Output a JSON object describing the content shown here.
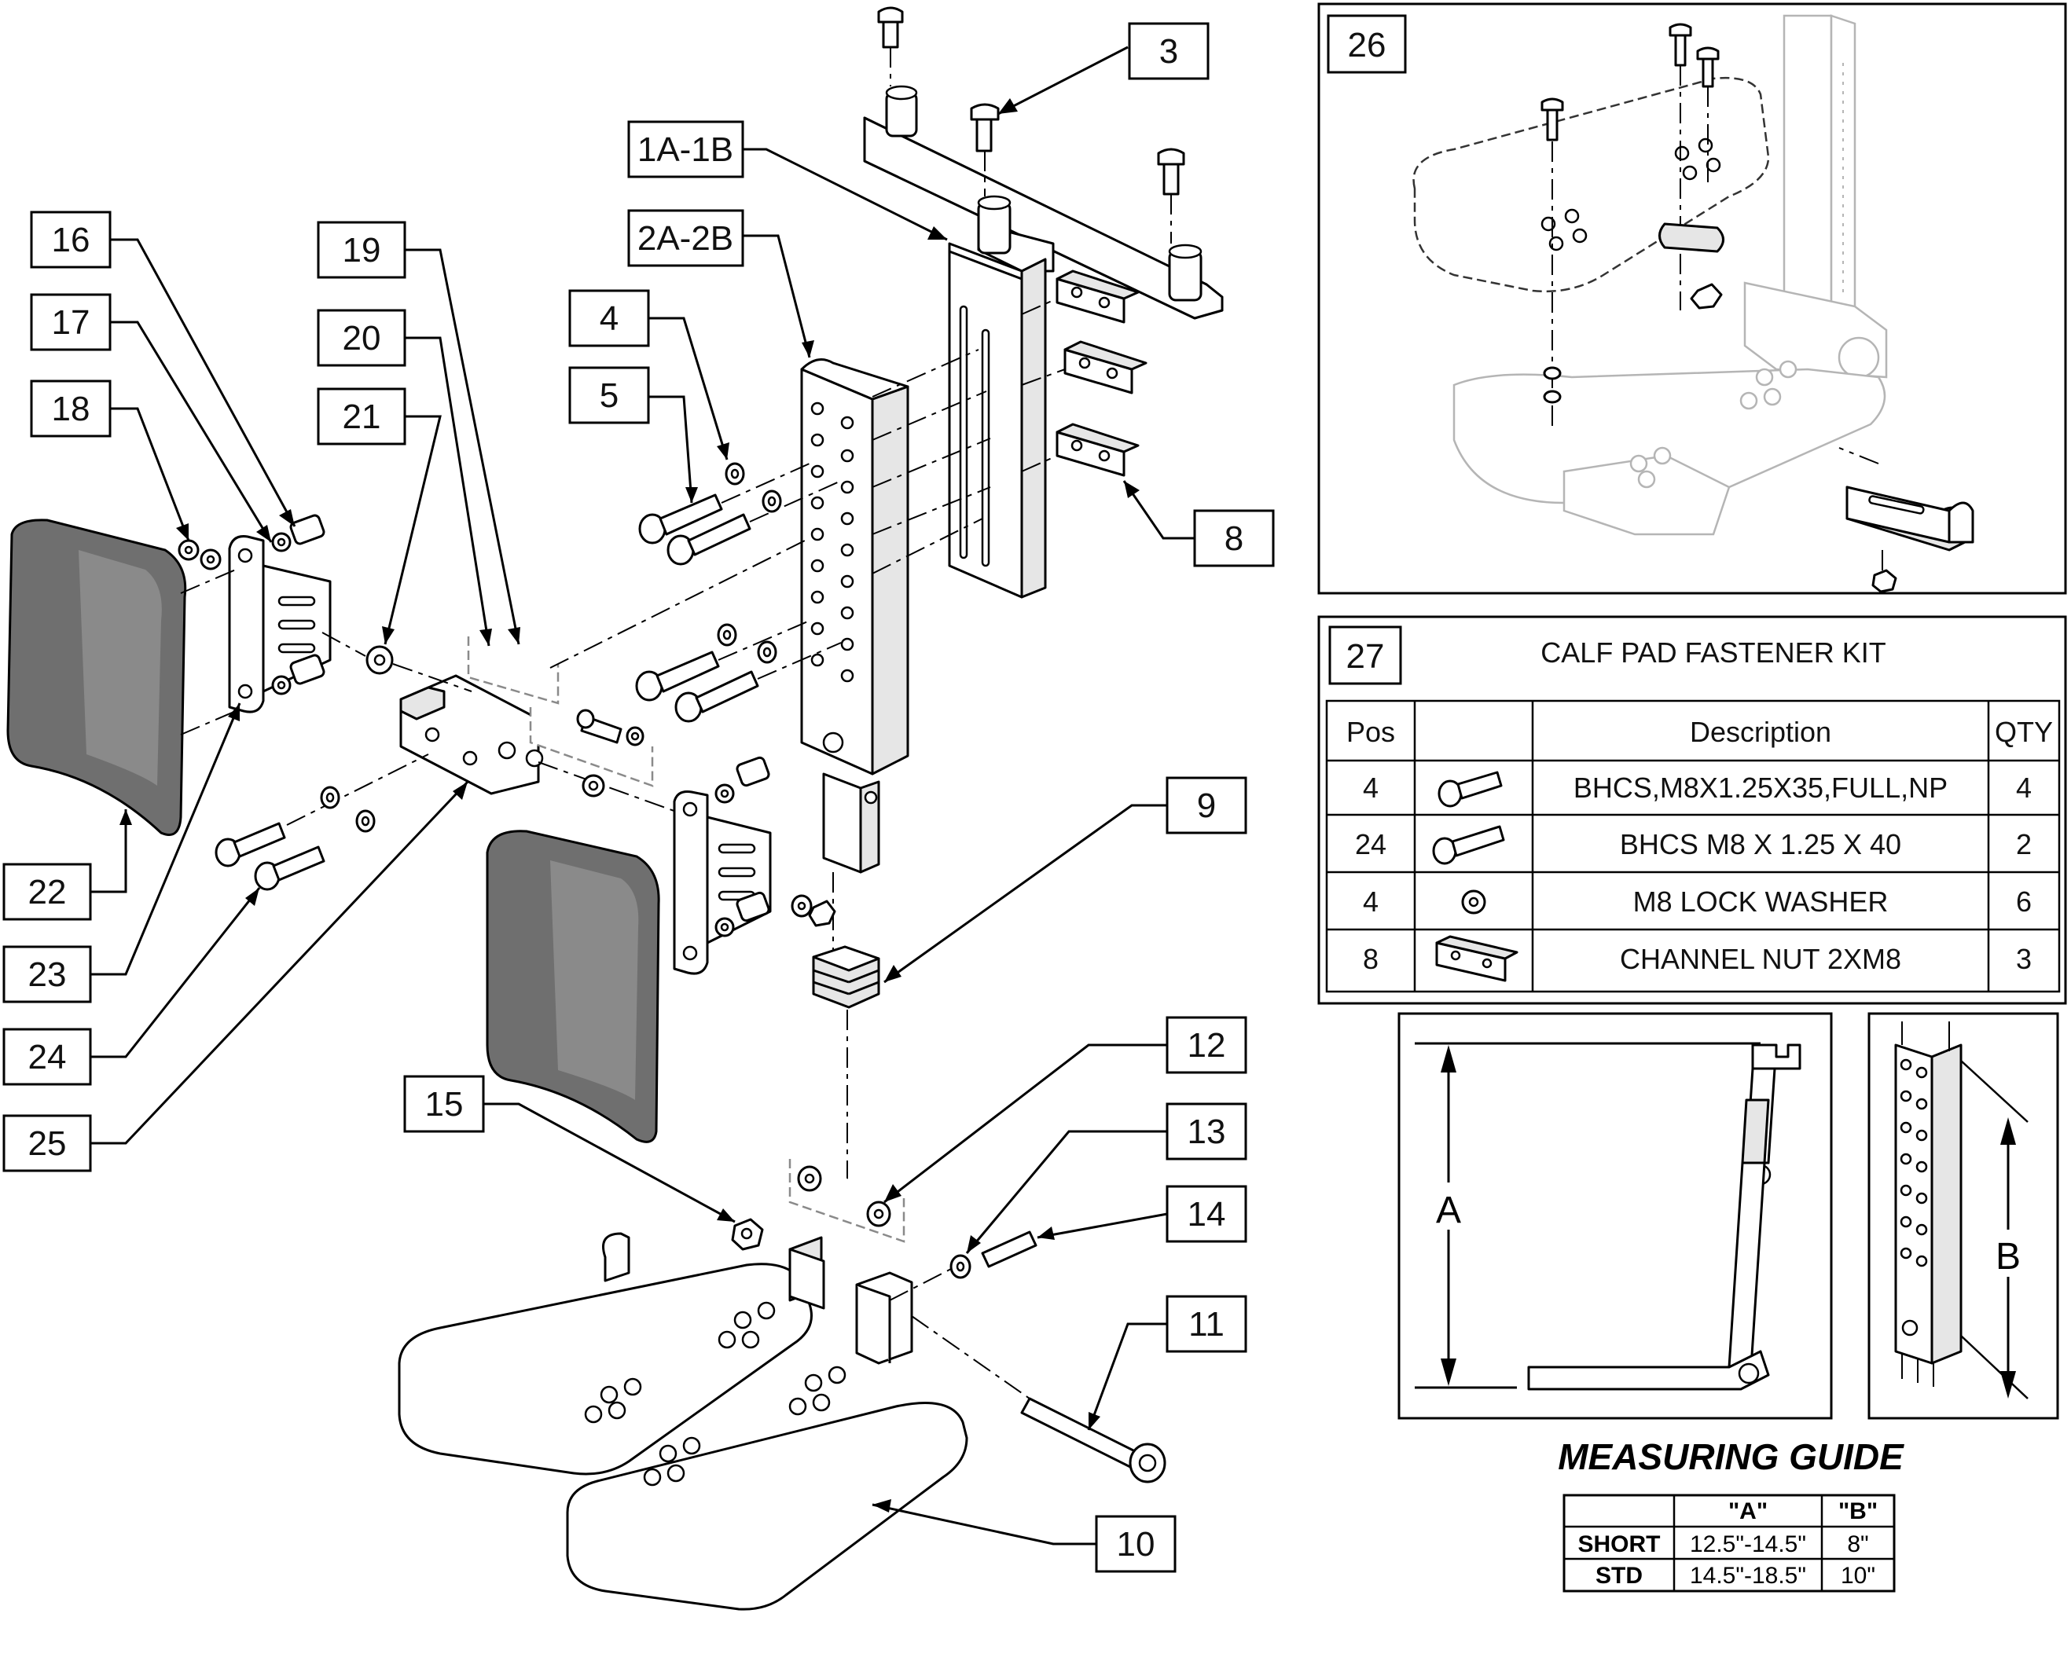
{
  "callouts": [
    {
      "id": "c3",
      "label": "3"
    },
    {
      "id": "c1a1b",
      "label": "1A-1B"
    },
    {
      "id": "c2a2b",
      "label": "2A-2B"
    },
    {
      "id": "c4",
      "label": "4"
    },
    {
      "id": "c5",
      "label": "5"
    },
    {
      "id": "c8",
      "label": "8"
    },
    {
      "id": "c9",
      "label": "9"
    },
    {
      "id": "c10",
      "label": "10"
    },
    {
      "id": "c11",
      "label": "11"
    },
    {
      "id": "c12",
      "label": "12"
    },
    {
      "id": "c13",
      "label": "13"
    },
    {
      "id": "c14",
      "label": "14"
    },
    {
      "id": "c15",
      "label": "15"
    },
    {
      "id": "c16",
      "label": "16"
    },
    {
      "id": "c17",
      "label": "17"
    },
    {
      "id": "c18",
      "label": "18"
    },
    {
      "id": "c19",
      "label": "19"
    },
    {
      "id": "c20",
      "label": "20"
    },
    {
      "id": "c21",
      "label": "21"
    },
    {
      "id": "c22",
      "label": "22"
    },
    {
      "id": "c23",
      "label": "23"
    },
    {
      "id": "c24",
      "label": "24"
    },
    {
      "id": "c25",
      "label": "25"
    },
    {
      "id": "c26",
      "label": "26"
    }
  ],
  "kit": {
    "number": "27",
    "title": "CALF PAD FASTENER KIT",
    "headers": {
      "pos": "Pos",
      "image": "",
      "description": "Description",
      "qty": "QTY"
    },
    "rows": [
      {
        "pos": "4",
        "icon": "bolt-icon",
        "description": "BHCS,M8X1.25X35,FULL,NP",
        "qty": "4"
      },
      {
        "pos": "24",
        "icon": "bolt-icon",
        "description": "BHCS M8 X 1.25 X 40",
        "qty": "2"
      },
      {
        "pos": "4",
        "icon": "washer-icon",
        "description": "M8 LOCK WASHER",
        "qty": "6"
      },
      {
        "pos": "8",
        "icon": "channel-nut-icon",
        "description": "CHANNEL NUT 2XM8",
        "qty": "3"
      }
    ]
  },
  "measuring_guide": {
    "title": "MEASURING GUIDE",
    "dim_a": "A",
    "dim_b": "B",
    "table": {
      "headers": [
        "",
        "\"A\"",
        "\"B\""
      ],
      "rows": [
        {
          "label": "SHORT",
          "a": "12.5\"-14.5\"",
          "b": "8\""
        },
        {
          "label": "STD",
          "a": "14.5\"-18.5\"",
          "b": "10\""
        }
      ]
    }
  },
  "colors": {
    "line": "#000000",
    "pad": "#6f6f6f",
    "ghost": "#8a8a8a"
  }
}
